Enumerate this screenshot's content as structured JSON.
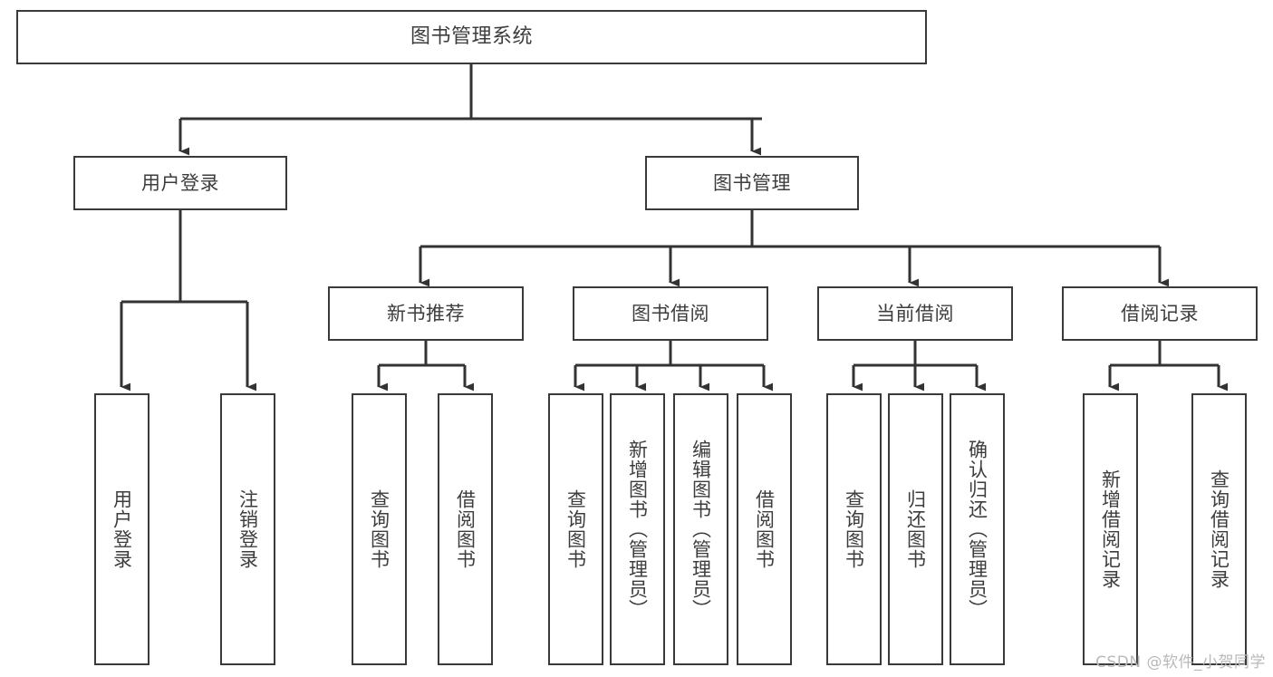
{
  "diagram": {
    "type": "tree",
    "title": "图书管理系统",
    "watermark": "CSDN @软件_小贺同学",
    "colors": {
      "background": "#ffffff",
      "box_border": "#3a3a3a",
      "box_fill": "#ffffff",
      "connector": "#333333",
      "text": "#3d3d3d",
      "watermark": "#b9b9b9"
    },
    "nodes": {
      "root": {
        "label": "图书管理系统"
      },
      "level2": [
        {
          "id": "user-login",
          "label": "用户登录"
        },
        {
          "id": "book-management",
          "label": "图书管理"
        }
      ],
      "level3": [
        {
          "id": "new-book-recommend",
          "label": "新书推荐"
        },
        {
          "id": "book-borrow",
          "label": "图书借阅"
        },
        {
          "id": "current-borrow",
          "label": "当前借阅"
        },
        {
          "id": "borrow-record",
          "label": "借阅记录"
        }
      ],
      "leaves": {
        "user-login": [
          {
            "id": "leaf-user-login",
            "label": "用户登录"
          },
          {
            "id": "leaf-logout-login",
            "label": "注销登录"
          }
        ],
        "new-book-recommend": [
          {
            "id": "leaf-query-book-1",
            "label": "查询图书"
          },
          {
            "id": "leaf-borrow-book-1",
            "label": "借阅图书"
          }
        ],
        "book-borrow": [
          {
            "id": "leaf-query-book-2",
            "label": "查询图书"
          },
          {
            "id": "leaf-add-book",
            "label": "新增图书（管理员）"
          },
          {
            "id": "leaf-edit-book",
            "label": "编辑图书（管理员）"
          },
          {
            "id": "leaf-borrow-book-2",
            "label": "借阅图书"
          }
        ],
        "current-borrow": [
          {
            "id": "leaf-query-book-3",
            "label": "查询图书"
          },
          {
            "id": "leaf-return-book",
            "label": "归还图书"
          },
          {
            "id": "leaf-confirm-return",
            "label": "确认归还（管理员）"
          }
        ],
        "borrow-record": [
          {
            "id": "leaf-add-record",
            "label": "新增借阅记录"
          },
          {
            "id": "leaf-query-record",
            "label": "查询借阅记录"
          }
        ]
      }
    }
  }
}
